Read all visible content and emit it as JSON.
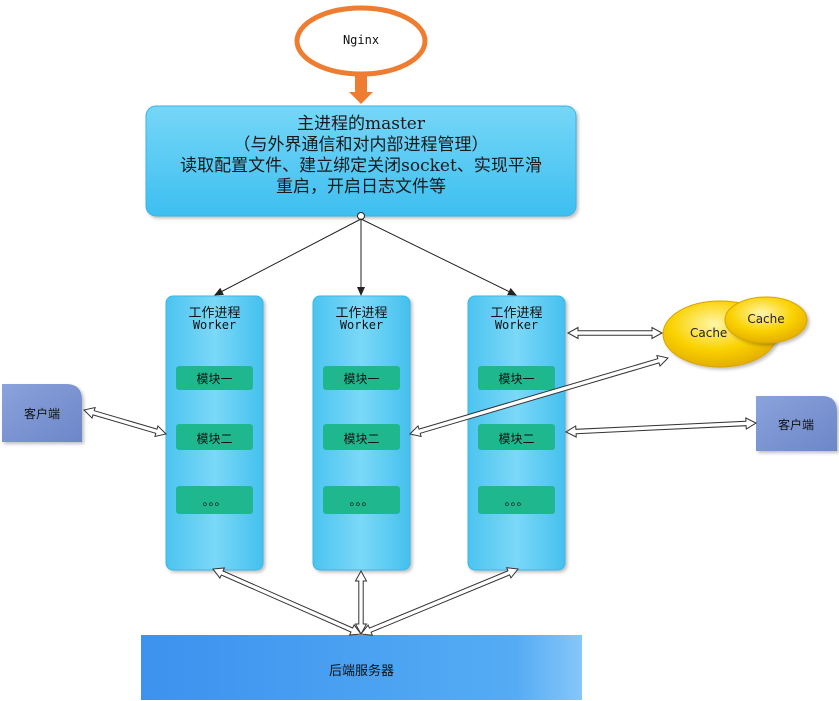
{
  "nginx": {
    "label": "Nginx"
  },
  "master": {
    "line1": "主进程的master",
    "line2": "（与外界通信和对内部进程管理）",
    "line3": "读取配置文件、建立绑定关闭socket、实现平滑",
    "line4": "重启，开启日志文件等"
  },
  "workers": [
    {
      "title": "工作进程",
      "subtitle": "Worker",
      "modules": [
        "模块一",
        "模块二",
        "。。。"
      ]
    },
    {
      "title": "工作进程",
      "subtitle": "Worker",
      "modules": [
        "模块一",
        "模块二",
        "。。。"
      ]
    },
    {
      "title": "工作进程",
      "subtitle": "Worker",
      "modules": [
        "模块一",
        "模块二",
        "。。。"
      ]
    }
  ],
  "cache": {
    "back_label": "Cache",
    "front_label": "Cache"
  },
  "clients": {
    "left": "客户端",
    "right": "客户端"
  },
  "backend": {
    "label": "后端服务器"
  },
  "colors": {
    "nginx_border": "#ee7d31",
    "master_fill": "#4dc6f2",
    "worker_fill": "#5bcbf3",
    "module_fill": "#1fb88e",
    "cache_fill": "#f5c400",
    "client_fill": "#7b94d2",
    "backend_fill": "#4a9ef2"
  }
}
